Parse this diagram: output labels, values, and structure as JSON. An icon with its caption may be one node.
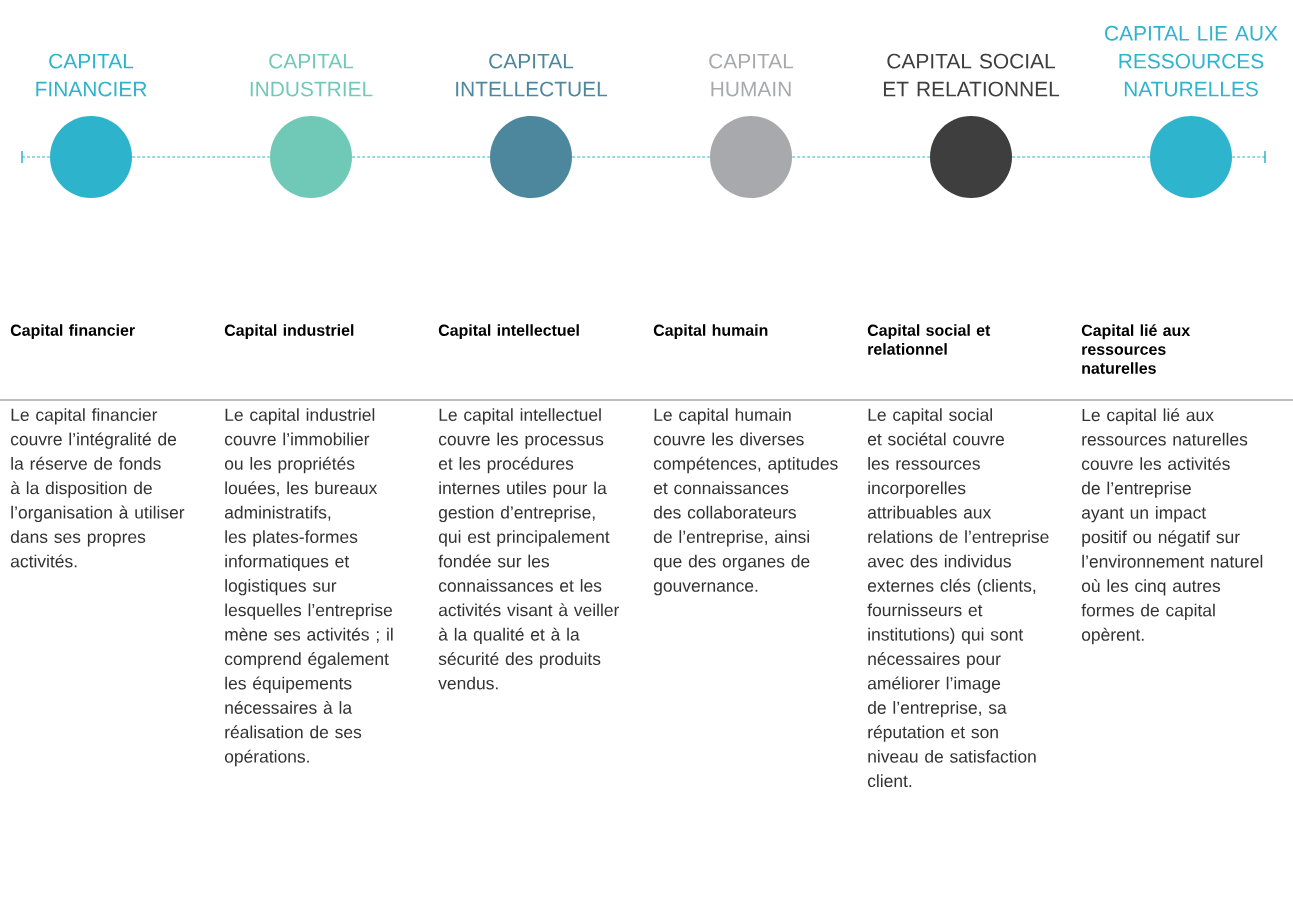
{
  "diagram": {
    "nodes": [
      {
        "text": [
          "CAPITAL FINANCIER"
        ]
      },
      {
        "text": [
          "CAPITAL INDUSTRIEL"
        ]
      },
      {
        "text": [
          "CAPITAL INTELLECTUEL"
        ]
      },
      {
        "text": [
          "CAPITAL HUMAIN"
        ]
      },
      {
        "text": [
          "CAPITAL SOCIAL ET RELATIONNEL"
        ]
      },
      {
        "text": [
          "CAPITAL LIE AUX RESSOURCES NATURELLES"
        ]
      }
    ],
    "edges": [
      {
        "from": null,
        "to": 0,
        "arrow": "none",
        "style": "dashed"
      },
      {
        "from": 0,
        "to": 1,
        "arrow": "none",
        "style": "dashed"
      },
      {
        "from": 1,
        "to": 2,
        "arrow": "none",
        "style": "dashed"
      },
      {
        "from": 2,
        "to": 3,
        "arrow": "none",
        "style": "dashed"
      },
      {
        "from": 3,
        "to": 4,
        "arrow": "none",
        "style": "dashed"
      },
      {
        "from": 4,
        "to": 5,
        "arrow": "none",
        "style": "dashed"
      },
      {
        "from": 5,
        "to": null,
        "arrow": "none",
        "style": "dashed"
      }
    ],
    "labels": [
      "Capital financier",
      "Capital industriel",
      "Capital intellectuel",
      "Capital humain",
      "Capital social et relationnel",
      "Capital lié aux ressources naturelles",
      "Le capital financier couvre l’intégralité de la réserve de fonds à la disposition de l’organisation à utiliser dans ses propres activités.",
      "Le capital industriel couvre l’immobilier ou les propriétés louées, les bureaux administratifs, les plates-formes informatiques et logistiques sur lesquelles l’entreprise mène ses activités ; il comprend également les équipements nécessaires à la réalisation de ses opérations.",
      "Le capital intellectuel couvre les processus et les procédures internes utiles pour la gestion d’entreprise, qui est principalement fondée sur les connaissances et les activités visant à veiller à la qualité et à la sécurité des produits vendus.",
      "Le capital humain couvre les diverses compétences, aptitudes et connaissances des collaborateurs de l’entreprise, ainsi que des organes de gouvernance.",
      "Le capital social et sociétal couvre les ressources incorporelles attribuables aux relations de l’entreprise avec des individus externes clés (clients, fournisseurs et institutions) qui sont nécessaires pour améliorer l’image de l’entreprise, sa réputation et son niveau de satisfaction client.",
      "Le capital lié aux ressources naturelles couvre les activités de l’entreprise ayant un impact positif ou négatif sur l’environnement naturel où les cinq autres formes de capital opèrent."
    ]
  }
}
